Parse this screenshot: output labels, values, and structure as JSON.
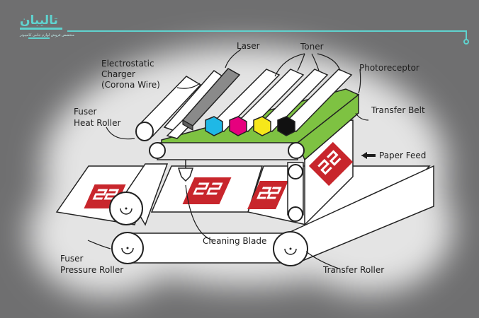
{
  "logo": {
    "title": "تالیبان",
    "subtitle": "متخصص فروش لوازم جانبی کامپیوتر"
  },
  "labels": {
    "laser": "Laser",
    "toner": "Toner",
    "photoreceptor": "Photoreceptor",
    "charger_line1": "Electrostatic",
    "charger_line2": "Charger",
    "charger_line3": "(Corona Wire)",
    "fuser_heat_line1": "Fuser",
    "fuser_heat_line2": "Heat Roller",
    "transfer_belt": "Transfer Belt",
    "paper_feed": "Paper Feed",
    "cleaning_blade": "Cleaning Blade",
    "fuser_pressure_line1": "Fuser",
    "fuser_pressure_line2": "Pressure Roller",
    "transfer_roller": "Transfer Roller"
  },
  "colors": {
    "background": "#6f6f70",
    "halo": "#e4e4e4",
    "belt": "#7ec242",
    "cyan": "#1fb8e6",
    "magenta": "#e6007e",
    "yellow": "#f6e71a",
    "black": "#111111",
    "print": "#c8262c",
    "logo": "#5fd3cf"
  },
  "toner_colors": [
    "cyan",
    "magenta",
    "yellow",
    "black"
  ]
}
